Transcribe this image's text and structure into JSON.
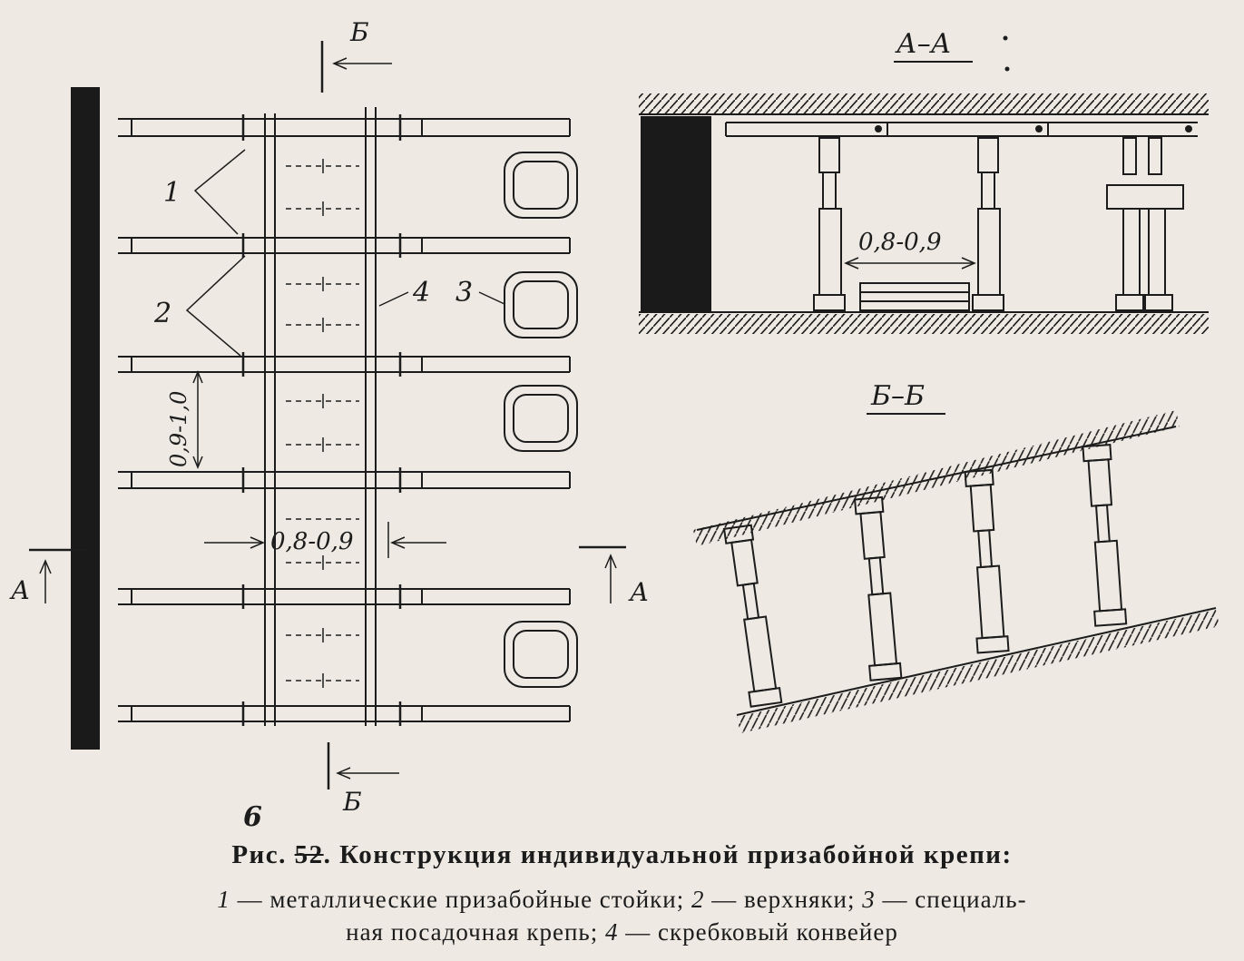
{
  "plan": {
    "labels": {
      "item1": "1",
      "item2": "2",
      "item3": "3",
      "item4": "4",
      "dim_spacing": "0,9-1,0",
      "dim_width": "0,8-0,9",
      "section_b_top": "Б",
      "section_b_bottom": "Б",
      "section_a_left": "А",
      "section_a_right": "А",
      "margin_mark": "6"
    }
  },
  "section_aa": {
    "title": "А–А",
    "dim": "0,8-0,9"
  },
  "section_bb": {
    "title": "Б–Б"
  },
  "caption": {
    "fig_prefix": "Рис.",
    "fig_number": "52",
    "title": "Конструкция индивидуальной призабойной крепи:",
    "n1": "1",
    "t1": "— металлические призабойные стойки;",
    "n2": "2",
    "t2": "— верхняки;",
    "n3": "3",
    "t3": "— специаль-",
    "t3b": "ная посадочная крепь;",
    "n4": "4",
    "t4": "— скребковый конвейер"
  },
  "colors": {
    "ink": "#1c1c1c",
    "paper": "#eeeae3",
    "coal": "#1a1a1a"
  }
}
